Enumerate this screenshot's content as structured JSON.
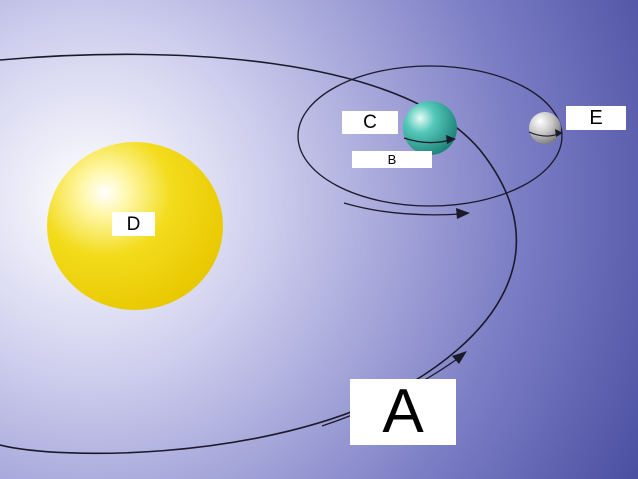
{
  "labels": {
    "a": "A",
    "b": "B",
    "c": "C",
    "d": "D",
    "e": "E"
  },
  "colors": {
    "background_center": "#ffffff",
    "background_edge": "#4a4ea0",
    "sun": "#f0d000",
    "planet": "#2aa79b",
    "moon": "#9a9a9a",
    "orbit_line": "#1a1a2a"
  }
}
